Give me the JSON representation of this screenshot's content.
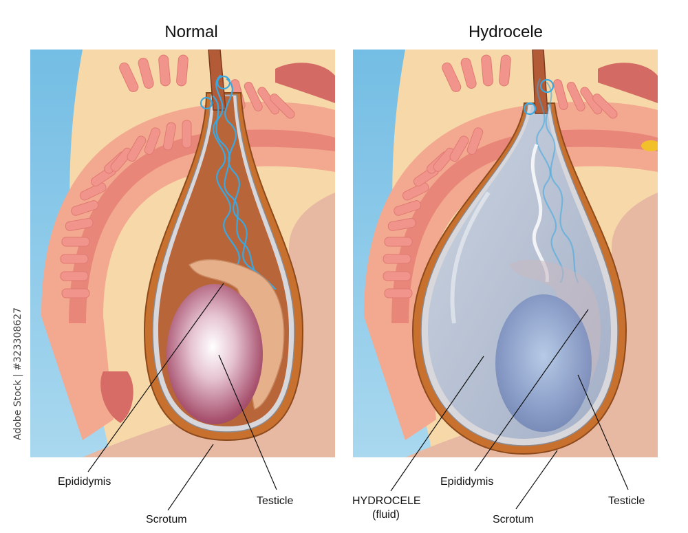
{
  "panels": [
    {
      "title": "Normal",
      "labels": {
        "epididymis": "Epididymis",
        "testicle": "Testicle",
        "scrotum": "Scrotum"
      }
    },
    {
      "title": "Hydrocele",
      "labels": {
        "hydrocele": "HYDROCELE",
        "hydrocele_sub": "(fluid)",
        "epididymis": "Epididymis",
        "testicle": "Testicle",
        "scrotum": "Scrotum"
      }
    }
  ],
  "credit": "Adobe Stock | #323308627",
  "colors": {
    "skin": "#f7d8a8",
    "sky": "#7fc3e6",
    "tissue": "#eea090",
    "scrotum_wall": "#c8702e",
    "testicle": "#b05a78",
    "fluid": "#a8b8d0",
    "vessel": "#3aa8e0"
  }
}
